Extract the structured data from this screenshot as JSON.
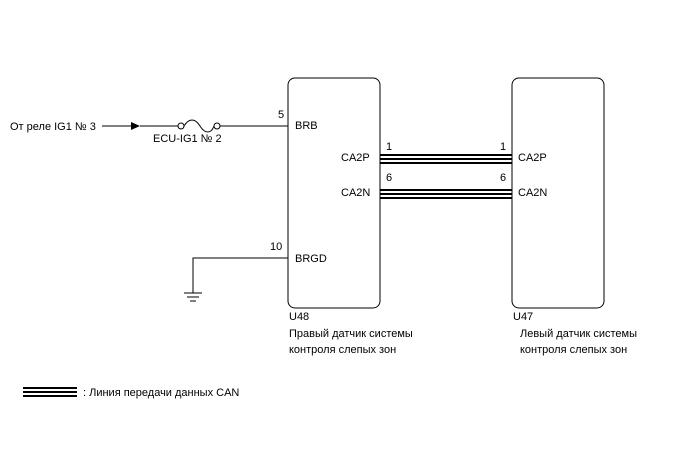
{
  "source_label": "От реле IG1 № 3",
  "fuse_label": "ECU-IG1 № 2",
  "left_component": {
    "id": "U48",
    "name_line1": "Правый датчик системы",
    "name_line2": "контроля слепых зон",
    "pins": {
      "brb": {
        "number": "5",
        "name": "BRB"
      },
      "ca2p": {
        "number": "1",
        "name": "CA2P"
      },
      "ca2n": {
        "number": "6",
        "name": "CA2N"
      },
      "brgd": {
        "number": "10",
        "name": "BRGD"
      }
    }
  },
  "right_component": {
    "id": "U47",
    "name_line1": "Левый датчик системы",
    "name_line2": "контроля слепых зон",
    "pins": {
      "ca2p": {
        "number": "1",
        "name": "CA2P"
      },
      "ca2n": {
        "number": "6",
        "name": "CA2N"
      }
    }
  },
  "legend": {
    "label": ": Линия передачи данных CAN"
  }
}
